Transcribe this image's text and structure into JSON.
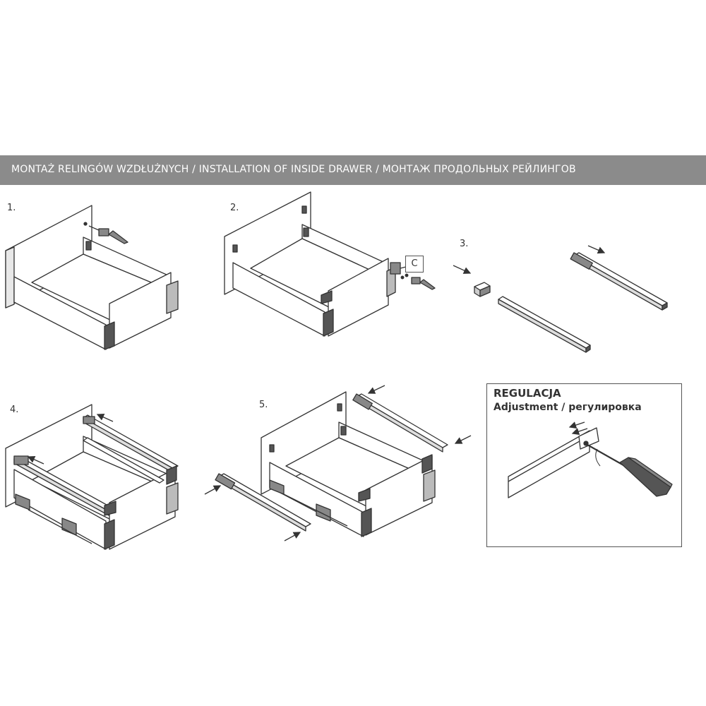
{
  "banner": {
    "title": "MONTAŻ RELINGÓW WZDŁUŻNYCH / INSTALLATION OF INSIDE DRAWER / МОНТАЖ ПРОДОЛЬНЫХ РЕЙЛИНГОВ"
  },
  "steps": [
    "1.",
    "2.",
    "3.",
    "4.",
    "5."
  ],
  "callout": "C",
  "adjustment": {
    "title": "REGULACJA",
    "subtitle": "Adjustment / регулировка"
  },
  "colors": {
    "banner": "#8b8b8b",
    "line": "#333333",
    "fill_dark": "#555555",
    "fill_light": "#e8e8e8"
  }
}
